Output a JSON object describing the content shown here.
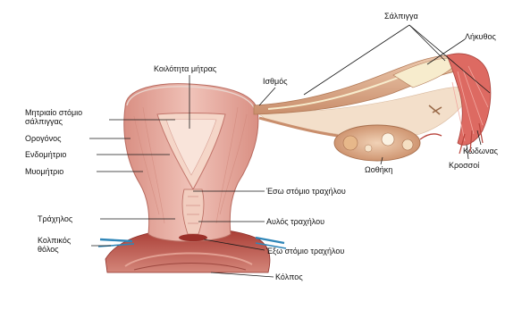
{
  "labels": {
    "salpinx": "Σάλπιγγα",
    "lekythos": "Λήκυθος",
    "koilotita": "Κοιλότητα μήτρας",
    "isthmos": "Ισθμός",
    "mitriaio_stomio_1": "Μητριαίο στόμιο",
    "mitriaio_stomio_2": "σάλπιγγας",
    "orogonos": "Ορογόνος",
    "endomitrio": "Ενδομήτριο",
    "myomitrio": "Μυομήτριο",
    "kodonas": "Κώδωνας",
    "krossoi": "Κροσσοί",
    "oothiki": "Ωοθήκη",
    "eso_stomio": "Έσω στόμιο τραχήλου",
    "trachilos": "Τράχηλος",
    "avlos": "Αυλός τραχήλου",
    "kolpikos_1": "Κολπικός",
    "kolpikos_2": "θόλος",
    "exo_stomio": "Έξω στόμιο τραχήλου",
    "kolpos": "Κόλπος"
  },
  "colors": {
    "muscle": "#e9b1a7",
    "muscle_dark": "#c9776c",
    "endometrium": "#f3d2c4",
    "tube": "#e6b79a",
    "tube_inner": "#f7eccd",
    "ovary": "#d9a07c",
    "fimbriae": "#d85a5a",
    "vagina": "#b8473e",
    "ligament": "#2f86b8"
  }
}
